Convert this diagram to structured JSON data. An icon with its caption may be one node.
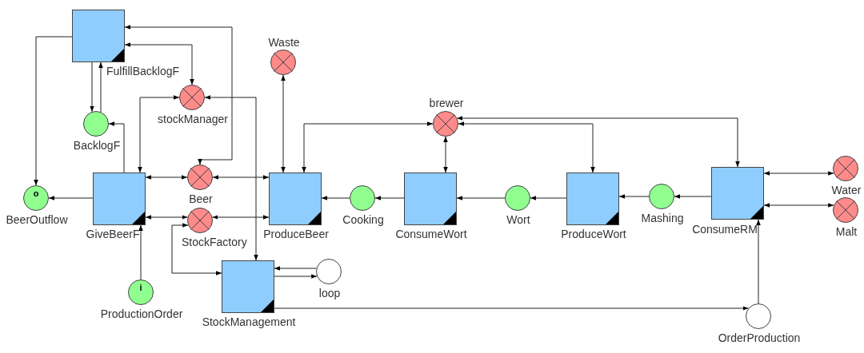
{
  "diagram": {
    "nodes": [
      {
        "text": [
          "FulfillBacklogF"
        ]
      },
      {
        "text": [
          "Waste"
        ]
      },
      {
        "text": [
          "stockManager"
        ]
      },
      {
        "text": [
          "BacklogF"
        ]
      },
      {
        "text": [
          "brewer"
        ]
      },
      {
        "text": [
          "ConsumeRM"
        ]
      },
      {
        "text": [
          "Water"
        ]
      },
      {
        "text": [
          "o",
          "BeerOutflow"
        ]
      },
      {
        "text": [
          "GiveBeerF"
        ]
      },
      {
        "text": [
          "Beer"
        ]
      },
      {
        "text": [
          "ProduceBeer"
        ]
      },
      {
        "text": [
          "Cooking"
        ]
      },
      {
        "text": [
          "ConsumeWort"
        ]
      },
      {
        "text": [
          "Wort"
        ]
      },
      {
        "text": [
          "ProduceWort"
        ]
      },
      {
        "text": [
          "Mashing"
        ]
      },
      {
        "text": [
          "Malt"
        ]
      },
      {
        "text": [
          "StockFactory"
        ]
      },
      {
        "text": [
          "StockManagement"
        ]
      },
      {
        "text": [
          "loop"
        ]
      },
      {
        "text": [
          "i",
          "ProductionOrder"
        ]
      },
      {
        "text": [
          "OrderProduction"
        ]
      }
    ],
    "edges": [
      {
        "from": 0,
        "to": 7,
        "arrow": "to"
      },
      {
        "from": 0,
        "to": 3,
        "arrow": "to"
      },
      {
        "from": 3,
        "to": 0,
        "arrow": "to"
      },
      {
        "from": 8,
        "to": 3,
        "arrow": "to"
      },
      {
        "from": 2,
        "to": 8,
        "arrow": "both"
      },
      {
        "from": 0,
        "to": 9,
        "arrow": "both"
      },
      {
        "from": 0,
        "to": 2,
        "arrow": "both"
      },
      {
        "from": 2,
        "to": 18,
        "arrow": "both"
      },
      {
        "from": 1,
        "to": 10,
        "arrow": "both"
      },
      {
        "from": 4,
        "to": 10,
        "arrow": "both"
      },
      {
        "from": 4,
        "to": 12,
        "arrow": "both"
      },
      {
        "from": 4,
        "to": 5,
        "arrow": "both"
      },
      {
        "from": 4,
        "to": 14,
        "arrow": "both"
      },
      {
        "from": 8,
        "to": 9,
        "arrow": "both"
      },
      {
        "from": 9,
        "to": 10,
        "arrow": "both"
      },
      {
        "from": 8,
        "to": 17,
        "arrow": "both"
      },
      {
        "from": 17,
        "to": 10,
        "arrow": "both"
      },
      {
        "from": 8,
        "to": 7,
        "arrow": "to"
      },
      {
        "from": 20,
        "to": 8,
        "arrow": "to"
      },
      {
        "from": 17,
        "to": 18,
        "arrow": "both"
      },
      {
        "from": 19,
        "to": 18,
        "arrow": "to"
      },
      {
        "from": 18,
        "to": 19,
        "arrow": "to"
      },
      {
        "from": 18,
        "to": 21,
        "arrow": "to"
      },
      {
        "from": 21,
        "to": 5,
        "arrow": "to"
      },
      {
        "from": 11,
        "to": 10,
        "arrow": "to"
      },
      {
        "from": 12,
        "to": 11,
        "arrow": "to"
      },
      {
        "from": 13,
        "to": 12,
        "arrow": "to"
      },
      {
        "from": 14,
        "to": 13,
        "arrow": "to"
      },
      {
        "from": 15,
        "to": 14,
        "arrow": "to"
      },
      {
        "from": 5,
        "to": 15,
        "arrow": "to"
      },
      {
        "from": 5,
        "to": 6,
        "arrow": "both"
      },
      {
        "from": 5,
        "to": 16,
        "arrow": "both"
      }
    ]
  }
}
